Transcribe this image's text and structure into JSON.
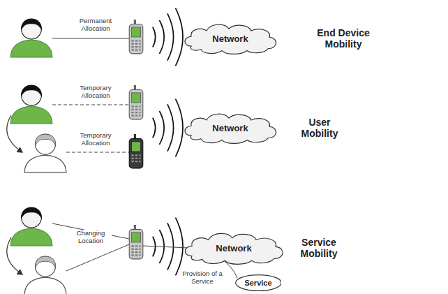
{
  "diagram": {
    "nodes": [
      {
        "text": [
          "Network"
        ]
      },
      {
        "text": [
          "Network"
        ]
      },
      {
        "text": [
          "Network"
        ]
      },
      {
        "text": [
          "Service"
        ]
      }
    ],
    "labels": [
      "Permanent Allocation",
      "End Device Mobility",
      "Temporary Allocation",
      "Temporary Allocation",
      "User Mobility",
      "Changing Location",
      "Service Mobility",
      "Provision of a Service"
    ]
  }
}
